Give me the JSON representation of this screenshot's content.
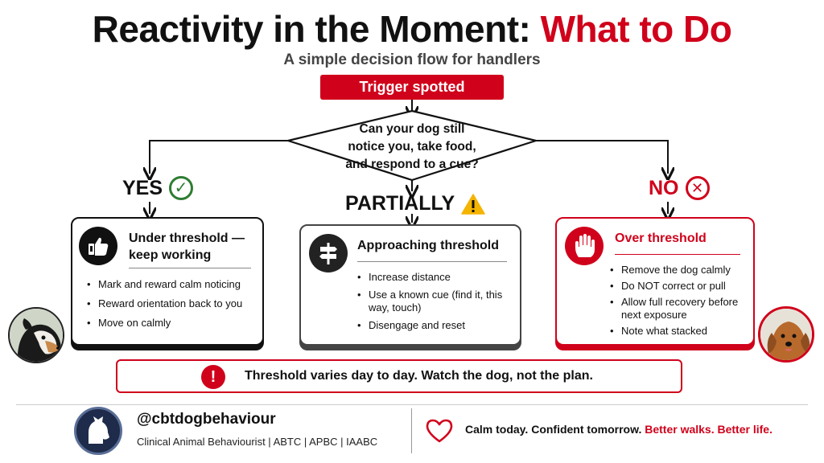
{
  "title": {
    "main": "Reactivity in the Moment:",
    "accent": "What to Do"
  },
  "subtitle": "A simple decision flow for handlers",
  "trigger": "Trigger spotted",
  "question": [
    "Can your dog still",
    "notice you, take food,",
    "and respond to a cue?"
  ],
  "branches": {
    "yes": "YES",
    "partial": "PARTIALLY",
    "no": "NO"
  },
  "cards": {
    "left": {
      "icon": "thumbs-up-phone-icon",
      "title": "Under threshold — keep working",
      "items": [
        "Mark and reward calm noticing",
        "Reward orientation back to you",
        "Move on calmly"
      ]
    },
    "mid": {
      "icon": "signpost-icon",
      "title": "Approaching threshold",
      "items": [
        "Increase distance",
        "Use a known cue (find it, this way, touch)",
        "Disengage and reset"
      ]
    },
    "right": {
      "icon": "stop-hand-icon",
      "title": "Over threshold",
      "items": [
        "Remove the dog calmly",
        "Do NOT correct or pull",
        "Allow full recovery before next exposure",
        "Note what stacked"
      ]
    }
  },
  "warning": "Threshold varies day to day. Watch the dog, not the plan.",
  "footer": {
    "handle": "@cbtdogbehaviour",
    "credentials": "Clinical Animal Behaviourist  |  ABTC | APBC | IAABC",
    "tagline_main": "Calm today. Confident tomorrow.",
    "tagline_accent": "Better walks. Better life."
  },
  "colors": {
    "accent": "#d0021b",
    "yes": "#2e7d32",
    "warn": "#f5b400"
  }
}
